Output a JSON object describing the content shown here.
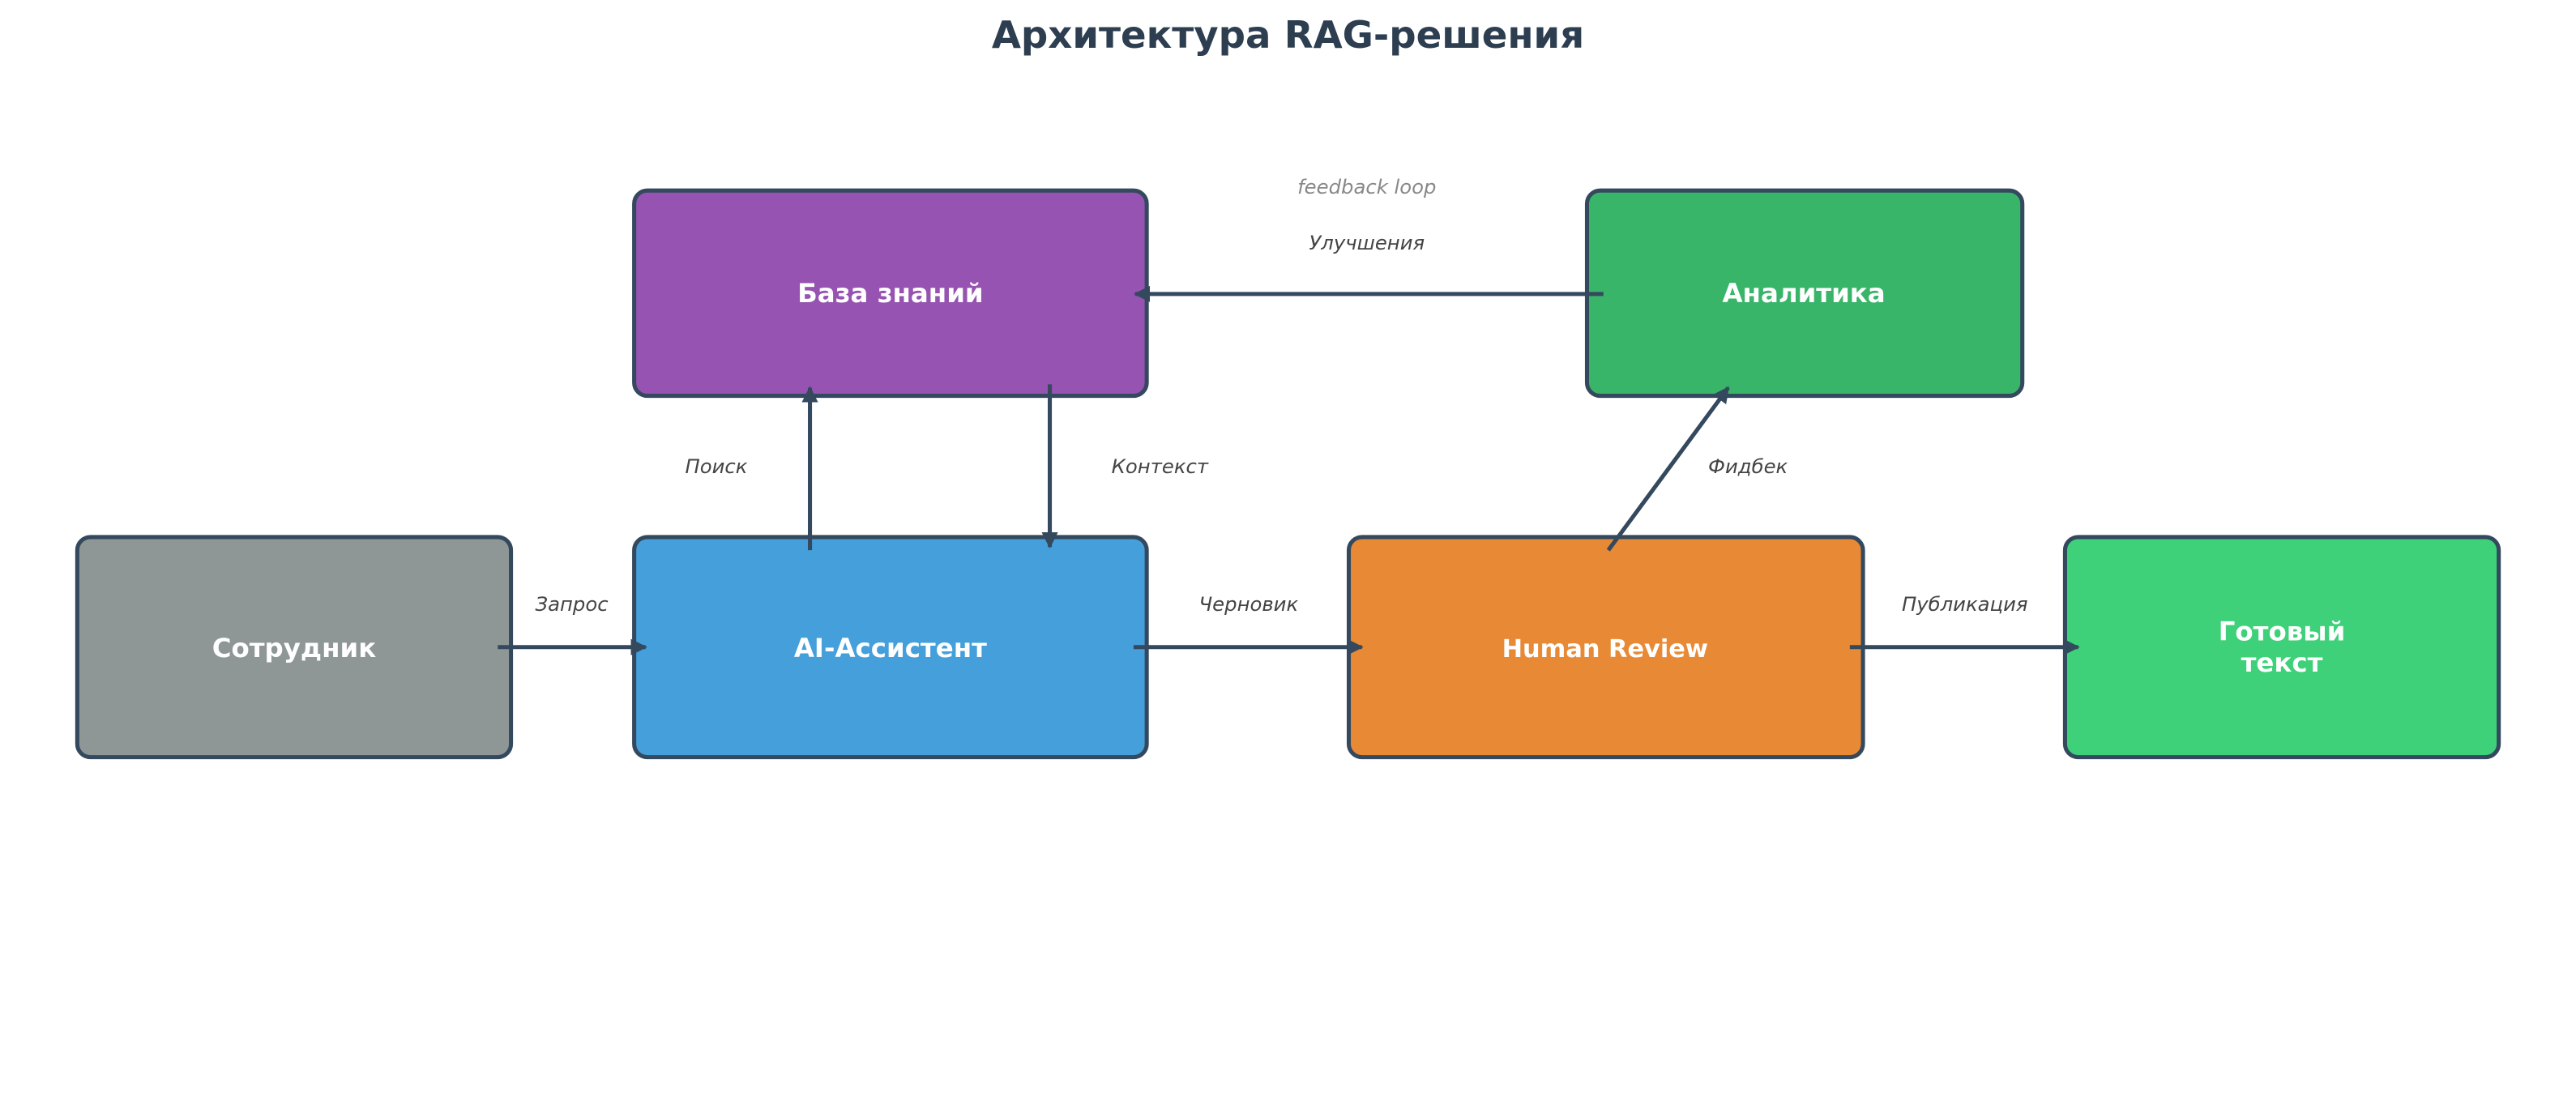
{
  "title": "Архитектура RAG-решения",
  "nodes": {
    "employee": {
      "label": "Сотрудник",
      "color": "#8e9796"
    },
    "assistant": {
      "label": "AI-Ассистент",
      "color": "#449fdb"
    },
    "review": {
      "label": "Human Review",
      "color": "#e88a35"
    },
    "final": {
      "label_line1": "Готовый",
      "label_line2": "текст",
      "color": "#3ed17a"
    },
    "kb": {
      "label": "База знаний",
      "color": "#9653b2"
    },
    "analytics": {
      "label": "Аналитика",
      "color": "#39b56a"
    }
  },
  "edges": {
    "request": "Запрос",
    "draft": "Черновик",
    "publish": "Публикация",
    "search": "Поиск",
    "context": "Контекст",
    "feedback": "Фидбек",
    "improvements": "Улучшения"
  },
  "feedback_loop_note": "feedback loop",
  "colors": {
    "stroke": "#34495e",
    "title": "#2c3e50"
  }
}
